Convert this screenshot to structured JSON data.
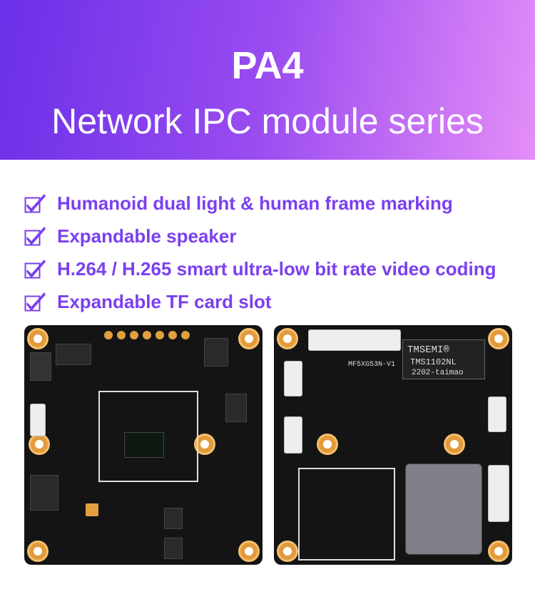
{
  "header": {
    "title": "PA4",
    "subtitle": "Network IPC module series"
  },
  "features": [
    {
      "icon": "checkbox-checked-icon",
      "label": "Humanoid dual light & human frame marking"
    },
    {
      "icon": "checkbox-checked-icon",
      "label": "Expandable speaker"
    },
    {
      "icon": "checkbox-checked-icon",
      "label": "H.264 / H.265 smart ultra-low bit rate video coding"
    },
    {
      "icon": "checkbox-checked-icon",
      "label": "Expandable TF card slot"
    }
  ],
  "boards": {
    "right": {
      "chip_brand": "TMSEMI®",
      "chip_model": "TMS1102NL",
      "chip_code": "2202-taimao",
      "board_code": "MF5XG53N-V1"
    }
  },
  "colors": {
    "accent": "#7b3ff0"
  }
}
